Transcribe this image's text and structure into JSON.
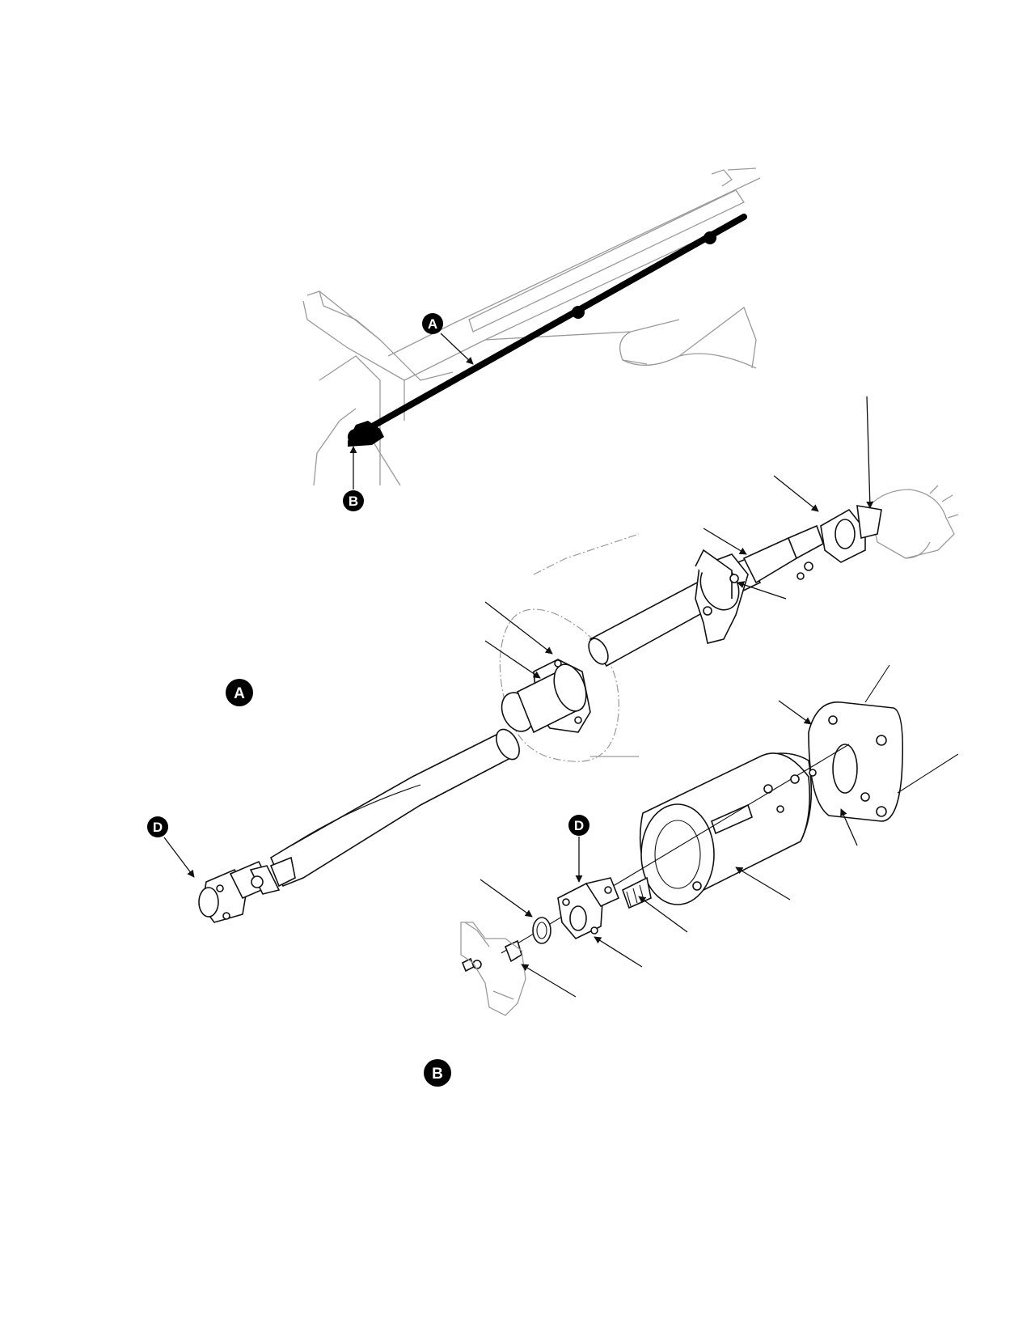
{
  "callouts": {
    "a": "A",
    "b": "B",
    "d": "D"
  },
  "colors": {
    "ink": "#111111",
    "ghost_lines": "#9a9a9a",
    "background": "#ffffff"
  }
}
